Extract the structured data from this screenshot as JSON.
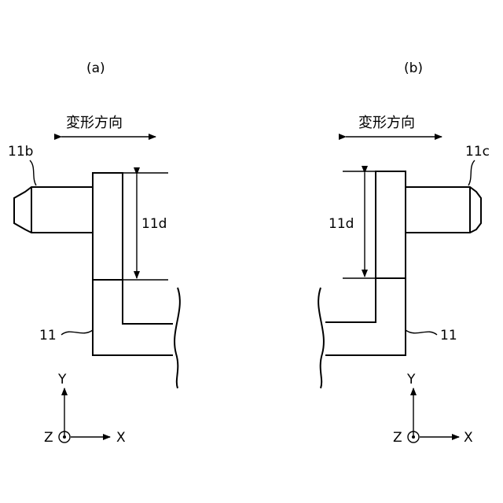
{
  "panels": [
    {
      "label": "(a)",
      "direction_label": "変形方向",
      "pin_label": "11b",
      "dimension_label": "11d",
      "body_label": "11",
      "axes": {
        "y": "Y",
        "x": "X",
        "z": "Z"
      }
    },
    {
      "label": "(b)",
      "direction_label": "変形方向",
      "pin_label": "11c",
      "dimension_label": "11d",
      "body_label": "11",
      "axes": {
        "y": "Y",
        "x": "X",
        "z": "Z"
      }
    }
  ]
}
